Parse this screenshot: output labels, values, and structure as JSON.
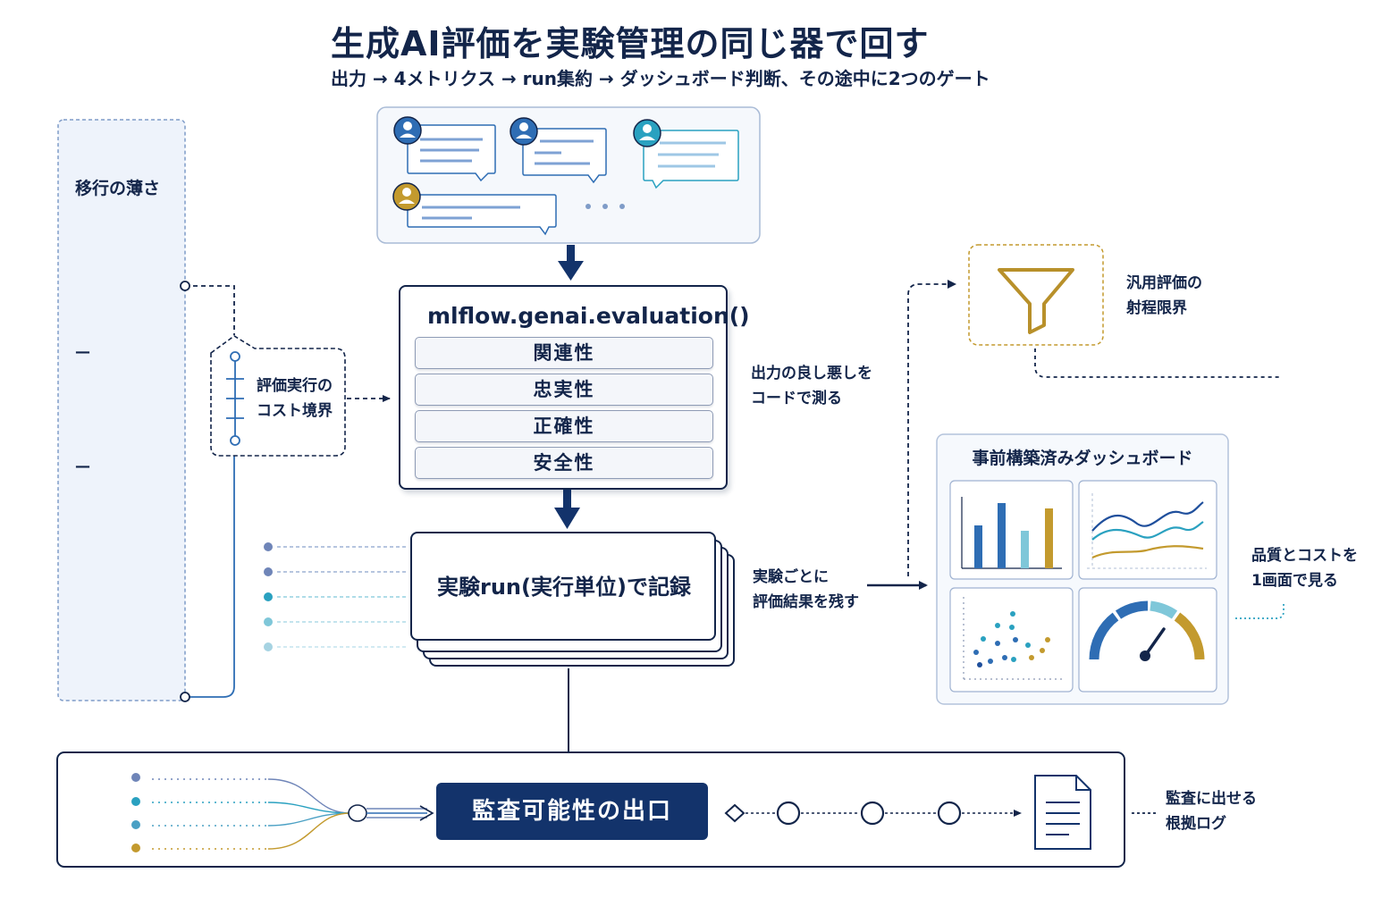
{
  "header": {
    "title": "生成AI評価を実験管理の同じ器で回す",
    "subtitle": "出力 → 4メトリクス → run集約 → ダッシュボード判断、その途中に2つのゲート"
  },
  "left_panel": {
    "title": "移行の薄さ",
    "ticks": [
      "—",
      "—"
    ]
  },
  "cost_gate": {
    "label_line1": "評価実行の",
    "label_line2": "コスト境界"
  },
  "evaluation": {
    "function_label": "mlflow.genai.evaluation()",
    "metrics": [
      "関連性",
      "忠実性",
      "正確性",
      "安全性"
    ],
    "note_line1": "出力の良し悪しを",
    "note_line2": "コードで測る"
  },
  "run": {
    "label": "実験run(実行単位)で記録",
    "note_line1": "実験ごとに",
    "note_line2": "評価結果を残す"
  },
  "filter_gate": {
    "label_line1": "汎用評価の",
    "label_line2": "射程限界"
  },
  "dashboard": {
    "title": "事前構築済みダッシュボード",
    "note_line1": "品質とコストを",
    "note_line2": "1画面で見る"
  },
  "audit": {
    "button_label": "監査可能性の出口",
    "note_line1": "監査に出せる",
    "note_line2": "根拠ログ"
  },
  "colors": {
    "navy": "#13254a",
    "deep_blue": "#13336b",
    "blue": "#2e6db4",
    "teal": "#2aa1c0",
    "light_teal": "#7fc7d9",
    "gold": "#c39a2e",
    "panel_bg": "#eef3fb"
  }
}
